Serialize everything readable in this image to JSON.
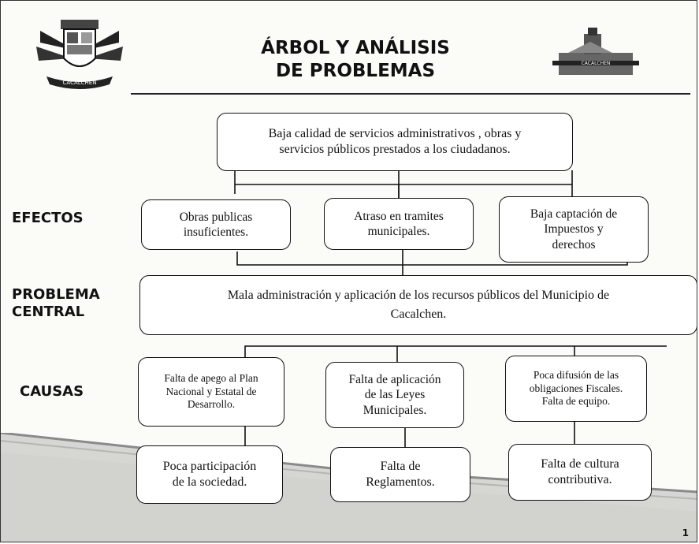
{
  "header": {
    "title_line1": "ÁRBOL Y ANÁLISIS",
    "title_line2": "DE PROBLEMAS",
    "left_logo": "coat-of-arms",
    "left_logo_ribbon_text": "CACALCHEN",
    "right_logo": "church-building",
    "right_logo_text": "CACALCHEN"
  },
  "root": {
    "line1": "Baja calidad de servicios administrativos , obras y",
    "line2": "servicios públicos prestados a los ciudadanos."
  },
  "sections": {
    "efectos": "EFECTOS",
    "problema_line1": "PROBLEMA",
    "problema_line2": "CENTRAL",
    "causas": "CAUSAS"
  },
  "effects": [
    {
      "line1": "Obras publicas",
      "line2": "insuficientes."
    },
    {
      "line1": "Atraso en tramites",
      "line2": "municipales."
    },
    {
      "line1": "Baja captación de",
      "line2": "Impuestos y",
      "line3": "derechos"
    }
  ],
  "central": {
    "line1": "Mala administración  y aplicación  de los recursos públicos del Municipio de",
    "line2": "Cacalchen."
  },
  "causes": [
    {
      "line1": "Falta de apego al Plan",
      "line2": "Nacional y Estatal de",
      "line3": "Desarrollo."
    },
    {
      "line1": "Falta de aplicación",
      "line2": "de las Leyes",
      "line3": "Municipales."
    },
    {
      "line1": "Poca difusión de las",
      "line2": "obligaciones Fiscales.",
      "line3": "Falta de equipo."
    }
  ],
  "root_causes": [
    {
      "line1": "Poca participación",
      "line2": "de la sociedad."
    },
    {
      "line1": "Falta de",
      "line2": "Reglamentos."
    },
    {
      "line1": "Falta de cultura",
      "line2": "contributiva."
    }
  ],
  "page_number": "1",
  "colors": {
    "ink": "#111111",
    "background": "#fbfbf8",
    "band": "#d9d9d6"
  }
}
